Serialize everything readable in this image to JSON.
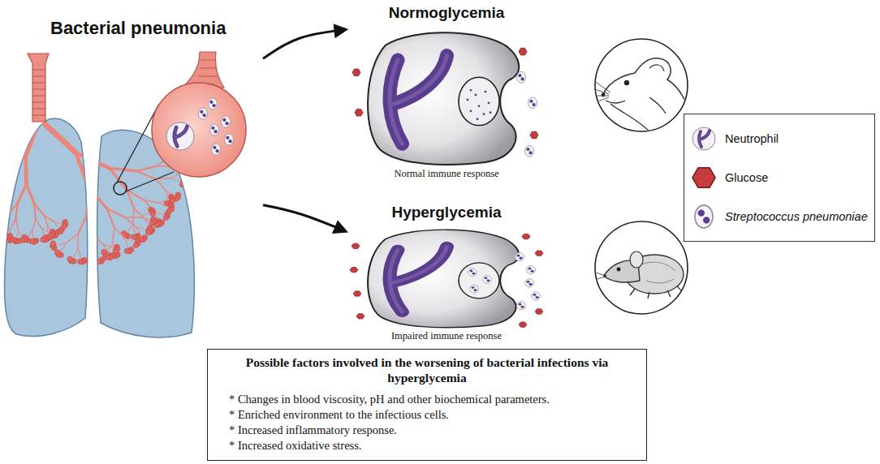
{
  "diagram": {
    "nodes": [
      {
        "text": [
          "Bacterial pneumonia"
        ]
      },
      {
        "text": [
          "Normoglycemia",
          "Normal immune response"
        ]
      },
      {
        "text": [
          "Hyperglycemia",
          "Impaired immune response"
        ]
      },
      {
        "text": [
          "Possible factors involved in the worsening of bacterial infections via hyperglycemia",
          "* Changes in blood viscosity, pH and other biochemical parameters.",
          "* Enriched environment to the infectious cells.",
          "* Increased inflammatory response.",
          "* Increased oxidative stress."
        ]
      }
    ],
    "edges": [
      {
        "from": 0,
        "to": 1,
        "arrow": "to"
      },
      {
        "from": 0,
        "to": 2,
        "arrow": "to"
      }
    ],
    "legend": [
      {
        "text": "Neutrophil"
      },
      {
        "text": "Glucose"
      },
      {
        "text": "Streptococcus pneumoniae"
      }
    ]
  }
}
